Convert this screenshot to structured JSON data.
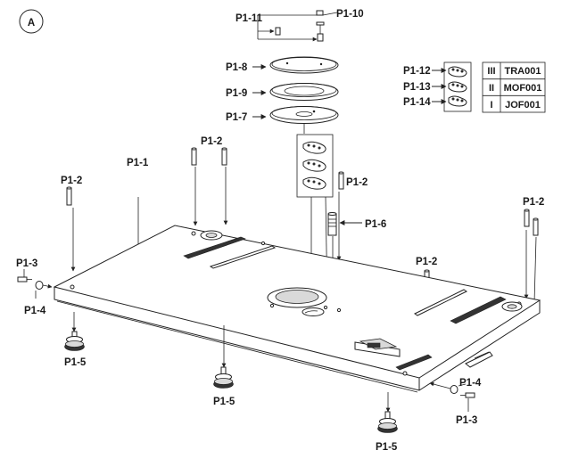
{
  "badge": "A",
  "labels": {
    "p1_1": "P1-1",
    "p1_2": "P1-2",
    "p1_3": "P1-3",
    "p1_4": "P1-4",
    "p1_5": "P1-5",
    "p1_6": "P1-6",
    "p1_7": "P1-7",
    "p1_8": "P1-8",
    "p1_9": "P1-9",
    "p1_10": "P1-10",
    "p1_11": "P1-11",
    "p1_12": "P1-12",
    "p1_13": "P1-13",
    "p1_14": "P1-14"
  },
  "table": [
    {
      "roman": "III",
      "code": "TRA001"
    },
    {
      "roman": "II",
      "code": "MOF001"
    },
    {
      "roman": "I",
      "code": "JOF001"
    }
  ]
}
